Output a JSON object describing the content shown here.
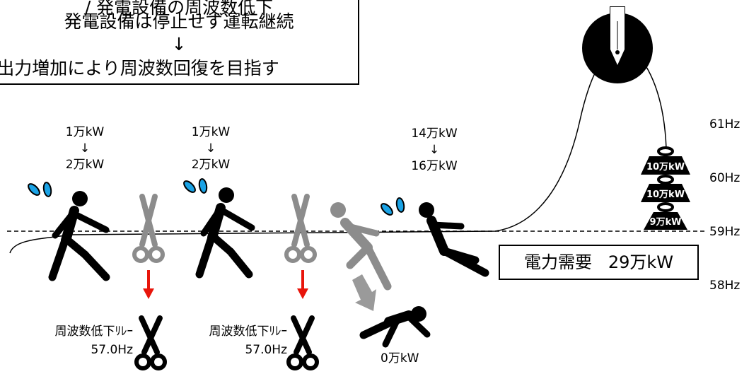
{
  "textbox": {
    "line1": "/ 発電設備の周波数低下",
    "line2": "発電設備は停止せず運転継続",
    "arrow": "↓",
    "line3": "出力増加により周波数回復を目指す"
  },
  "generators": [
    {
      "from": "1万kW",
      "arrow": "↓",
      "to": "2万kW"
    },
    {
      "from": "1万kW",
      "arrow": "↓",
      "to": "2万kW"
    },
    {
      "from": "14万kW",
      "arrow": "↓",
      "to": "16万kW"
    }
  ],
  "stopped_generator": {
    "output": "0万kW"
  },
  "relays": [
    {
      "label": "周波数低下ﾘﾚｰ",
      "setting": "57.0Hz"
    },
    {
      "label": "周波数低下ﾘﾚｰ",
      "setting": "57.0Hz"
    }
  ],
  "frequency_scale": [
    "61Hz",
    "60Hz",
    "59Hz",
    "58Hz"
  ],
  "weights": [
    "10万kW",
    "10万kW",
    "9万kW"
  ],
  "demand": {
    "label": "電力需要",
    "value": "29万kW"
  },
  "colors": {
    "figure": "#000000",
    "fallen": "#8c8c8c",
    "sweat": "#1aa3e6",
    "relay_arrow": "#e8150b",
    "scissors_open": "#8c8c8c"
  }
}
